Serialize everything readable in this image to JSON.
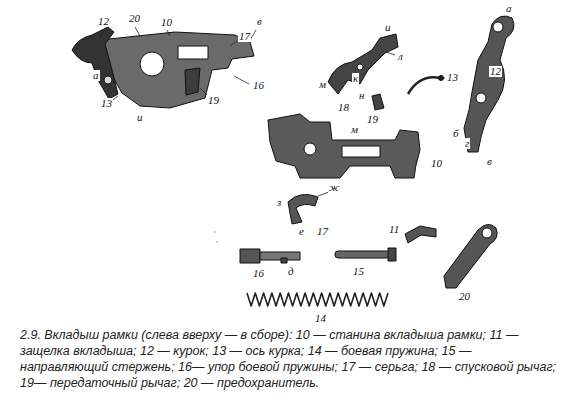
{
  "diagram": {
    "caption": "2.9. Вкладыш рамки (слева вверху — в сборе): 10 — станина вкладыша рамки; 11 — защелка вкладыша; 12 — курок; 13 — ось курка; 14 — боевая пружина; 15 — направляющий стержень; 16— упор боевой пружины; 17 — серьга; 18 — спусковой рычаг; 19— передаточный рычаг; 20 — предохранитель.",
    "labels": [
      "12",
      "20",
      "10",
      "в",
      "17",
      "16",
      "а",
      "19",
      "13",
      "и",
      "и",
      "л",
      "к",
      "м",
      "18",
      "н",
      "19",
      "м",
      "13",
      "а",
      "12",
      "б",
      "г",
      "в",
      "10",
      "ж",
      "з",
      "е",
      "17",
      "11",
      "16",
      "д",
      "15",
      "20",
      "14"
    ]
  }
}
